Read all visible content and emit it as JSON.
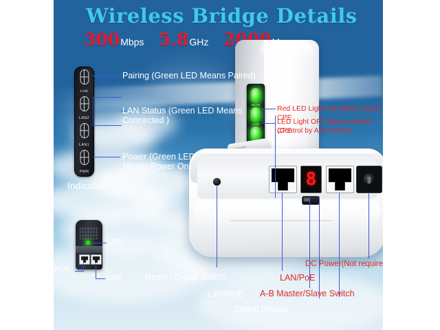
{
  "header": {
    "title": "Wireless Bridge Details",
    "specs": [
      {
        "number": "300",
        "unit": "Mbps"
      },
      {
        "number": "5.8",
        "unit": "GHz"
      },
      {
        "number": "2000",
        "unit": "M"
      }
    ]
  },
  "indicator_legend": {
    "caption": "Indicator",
    "leds": [
      {
        "name": "Link"
      },
      {
        "name": "LAN2"
      },
      {
        "name": "LAN1"
      },
      {
        "name": "PWR"
      }
    ]
  },
  "callouts_left": {
    "pairing": "Pairing (Green LED Means Paired)",
    "lan_status": "LAN Status (Green LED Means\nConnected )",
    "power": "Power (Green LED\nMeans Power On)"
  },
  "callouts_right": {
    "slave": "Red LED Light ON Means Slave CPE",
    "master": "LED Light OFF Means Master CPE",
    "control": "(Control by A-B Switch)"
  },
  "callouts_bottom": {
    "reset": "Reset / Digital Switch",
    "lan_poe_left": "LAN/PoE",
    "digital_display": "Digital Display",
    "ab_switch": "A-B Master/Slave Switch",
    "lan_poe_right": "LAN/PoE",
    "dc_power": "DC Power(Not required)"
  },
  "poe_injector": {
    "led": "LED",
    "poe": "POE",
    "lan": "LAN"
  },
  "device": {
    "digital_display_value": "8",
    "panel_leds": [
      {
        "name": "WLAN"
      },
      {
        "name": "LAN1"
      },
      {
        "name": "LAN2"
      }
    ]
  },
  "colors": {
    "background_blue": "#23639d",
    "title_cyan": "#40c8f0",
    "spec_red": "#e8182a",
    "callout_red": "#e02a2a",
    "leader_blue": "#3a56d6",
    "led_green": "#18c40a",
    "display_red": "#ff1b1b"
  }
}
